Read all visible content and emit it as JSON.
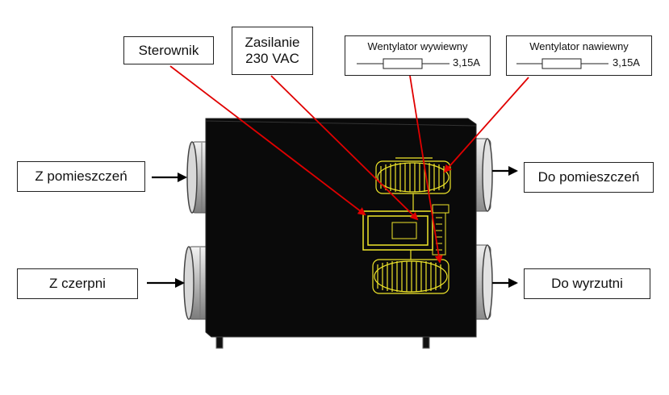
{
  "labels": {
    "sterownik": "Sterownik",
    "zasilanie_line1": "Zasilanie",
    "zasilanie_line2": "230 VAC",
    "wentylator_wywiewny": "Wentylator wywiewny",
    "wentylator_wywiewny_fuse": "3,15A",
    "wentylator_nawiewny": "Wentylator nawiewny",
    "wentylator_nawiewny_fuse": "3,15A",
    "z_pomieszczen": "Z pomieszczeń",
    "z_czerpni": "Z czerpni",
    "do_pomieszczen": "Do pomieszczeń",
    "do_wyrzutni": "Do wyrzutni"
  },
  "colors": {
    "pointer_arrow": "#e00000",
    "flow_arrow": "#000000",
    "unit_body": "#0a0a0a",
    "component_outline": "#f0e62a",
    "duct": "#c9c9c9"
  }
}
